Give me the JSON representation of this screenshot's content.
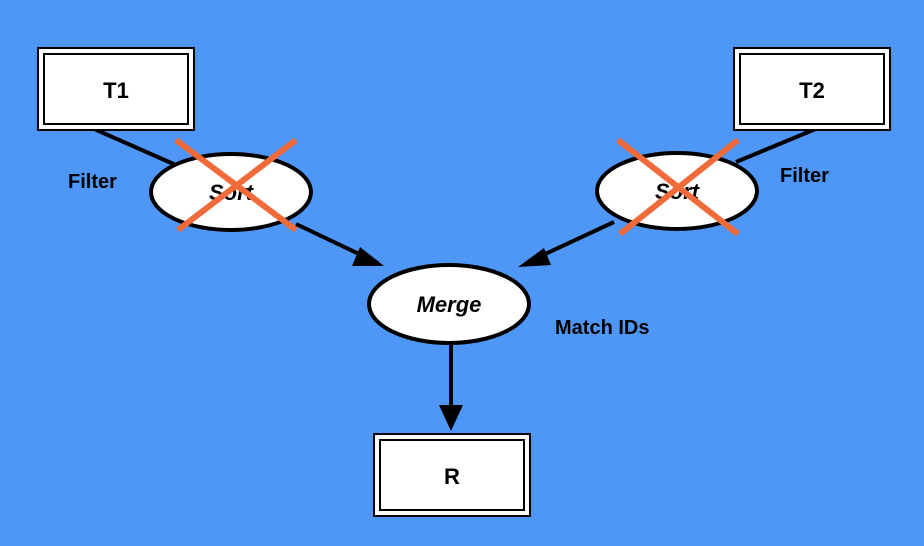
{
  "diagram": {
    "background": "#4f97f7",
    "cross_color": "#f06a3a",
    "nodes": {
      "t1": "T1",
      "t2": "T2",
      "r": "R"
    },
    "operations": {
      "sort_left": "Sort",
      "sort_right": "Sort",
      "merge": "Merge"
    },
    "annotations": {
      "filter_left": "Filter",
      "filter_right": "Filter",
      "match_ids": "Match IDs"
    },
    "icons": [
      "cross-out-icon",
      "arrow-icon"
    ]
  }
}
